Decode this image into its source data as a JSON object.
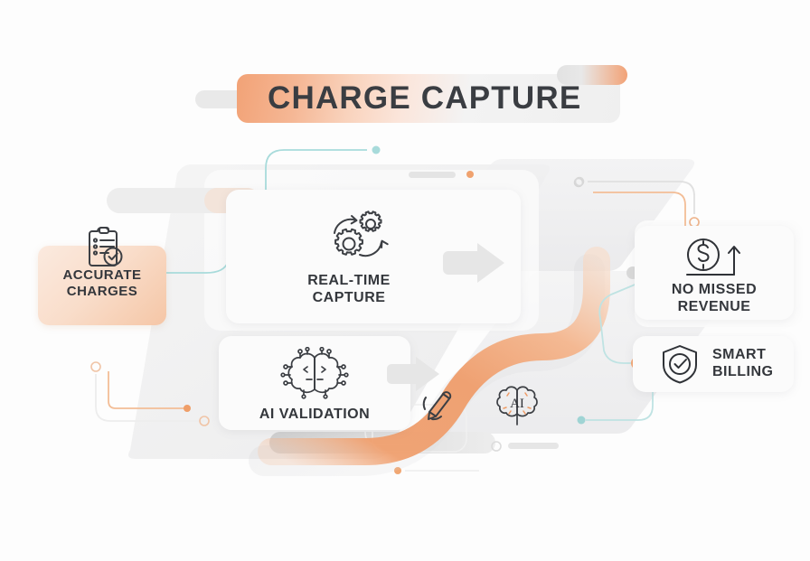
{
  "header": {
    "title": "CHARGE CAPTURE"
  },
  "colors": {
    "accent_orange": "#f2a276",
    "accent_orange_deep": "#ef9a63",
    "teal": "#a9dcdc",
    "text_dark": "#34373c",
    "title_text": "#3a3d42",
    "card_bg": "#fbfbfb",
    "bg_shape_gray": "#efefef",
    "page_bg": "#fdfdfd"
  },
  "cards": [
    {
      "id": "accurate-charges",
      "label": "ACCURATE\nCHARGES",
      "line1": "ACCURATE",
      "line2": "CHARGES",
      "icon": "clipboard-check-icon",
      "style": "peach-gradient"
    },
    {
      "id": "real-time-capture",
      "label": "REAL-TIME\nCAPTURE",
      "line1": "REAL-TIME",
      "line2": "CAPTURE",
      "icon": "gears-cycle-icon",
      "style": "white"
    },
    {
      "id": "ai-validation",
      "label": "AI VALIDATION",
      "line1": "AI VALIDATION",
      "line2": "",
      "icon": "ai-brain-circuit-icon",
      "style": "white"
    },
    {
      "id": "no-missed-revenue",
      "label": "NO MISSED\nREVENUE",
      "line1": "NO MISSED",
      "line2": "REVENUE",
      "icon": "dollar-growth-icon",
      "style": "white"
    },
    {
      "id": "smart-billing",
      "label": "SMART\nBILLING",
      "line1": "SMART",
      "line2": "BILLING",
      "icon": "shield-check-icon",
      "style": "white"
    }
  ],
  "floating_icons": [
    {
      "id": "pencil",
      "icon": "pencil-writing-icon"
    },
    {
      "id": "ai-brain",
      "icon": "ai-brain-icon",
      "text": "AI"
    }
  ],
  "flow": {
    "arrows": [
      {
        "from": "real-time-capture",
        "direction": "right"
      },
      {
        "from": "ai-validation",
        "direction": "right"
      }
    ],
    "ribbon": "orange-s-curve"
  }
}
